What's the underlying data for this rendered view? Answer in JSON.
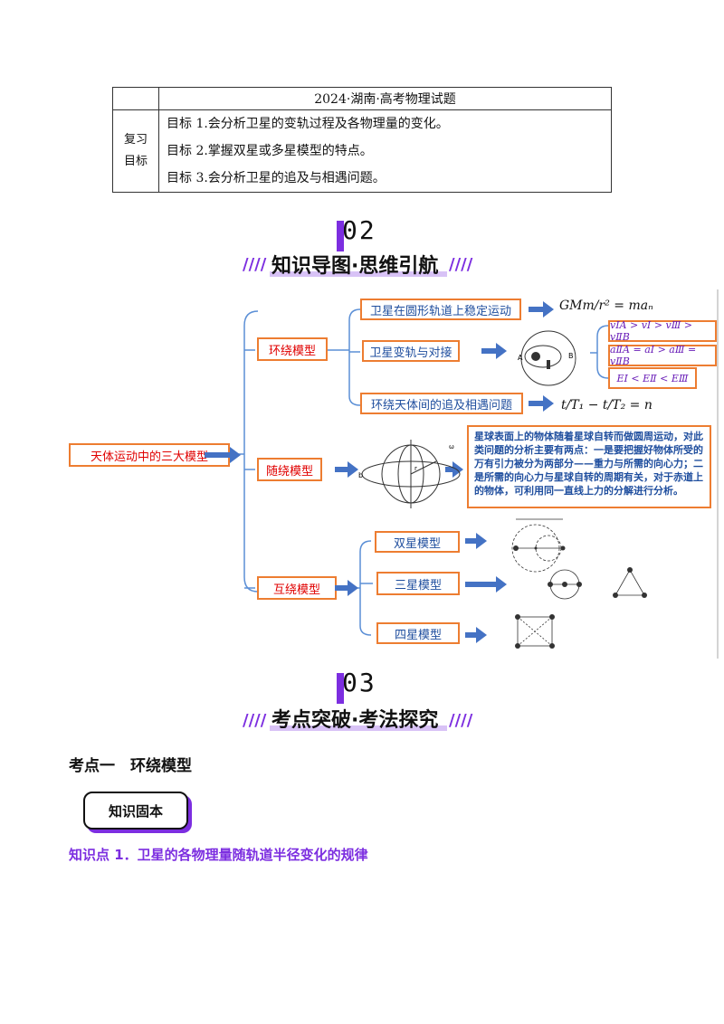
{
  "table": {
    "header": "2024·湖南·高考物理试题",
    "side_label": [
      "复习",
      "目标"
    ],
    "goals": [
      "目标 1.会分析卫星的变轨过程及各物理量的变化。",
      "目标 2.掌握双星或多星模型的特点。",
      "目标 3.会分析卫星的追及与相遇问题。"
    ]
  },
  "section2": {
    "number": "02",
    "title": "知识导图·思维引航"
  },
  "mindmap": {
    "root": "天体运动中的三大模型",
    "branches": {
      "huanrao": "环绕模型",
      "suirao": "随绕模型",
      "hurao": "互绕模型"
    },
    "huanrao_items": [
      "卫星在圆形轨道上稳定运动",
      "卫星变轨与对接",
      "环绕天体间的追及相遇问题"
    ],
    "formula1": "GMm/r² = maₙ",
    "formula3": "t/T₁ − t/T₂ = n",
    "results": [
      "vⅠA > vⅠ > vⅢ > vⅡB",
      "aⅡA = aⅠ > aⅢ = vⅡB",
      "EⅠ < EⅡ < EⅢ"
    ],
    "suirao_info": "星球表面上的物体随着星球自转而做圆周运动，对此类问题的分析主要有两点：一是要把握好物体所受的万有引力被分为两部分——重力与所需的向心力；二是所需的向心力与星球自转的周期有关，对于赤道上的物体，可利用同一直线上力的分解进行分析。",
    "hurao_items": [
      "双星模型",
      "三星模型",
      "四星模型"
    ]
  },
  "section3": {
    "number": "03",
    "title": "考点突破·考法探究"
  },
  "kaodian1": "考点一　环绕模型",
  "badge": "知识固本",
  "knowledge_point": "知识点 1．卫星的各物理量随轨道半径变化的规律"
}
